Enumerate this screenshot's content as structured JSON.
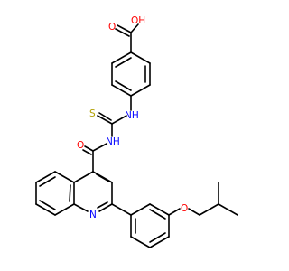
{
  "structure": {
    "atom_labels": {
      "carboxyl_o": "O",
      "carboxyl_oh": "OH",
      "thiourea_nh": "NH",
      "thione_s": "S",
      "amide_nh": "NH",
      "amide_o": "O",
      "quinoline_n": "N",
      "ether_o": "O"
    },
    "colors": {
      "bond": "#000000",
      "oxygen": "#ff0000",
      "nitrogen": "#0000ff",
      "sulfur": "#b2a000"
    }
  }
}
